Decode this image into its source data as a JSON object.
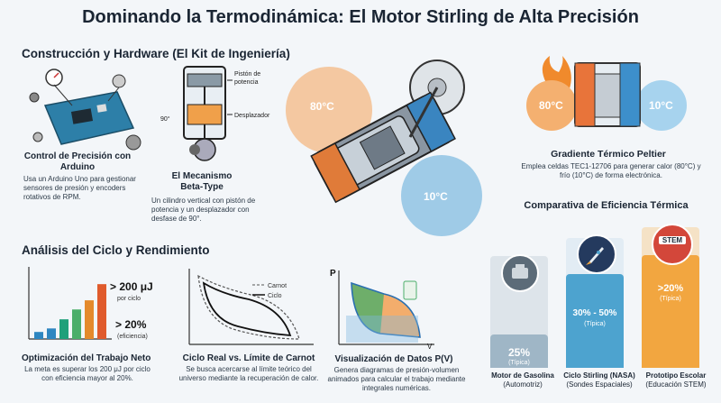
{
  "title": "Dominando la Termodinámica: El Motor Stirling de Alta Precisión",
  "hardware": {
    "heading": "Construcción y Hardware (El Kit de Ingeniería)",
    "arduino": {
      "caption": "Control de Precisión con Arduino",
      "desc": "Usa un Arduino Uno para gestionar sensores de presión y encoders rotativos de RPM."
    },
    "mechanism": {
      "caption": "El Mecanismo Beta-Type",
      "desc": "Un cilindro vertical con pistón de potencia y un desplazador con desfase de 90°.",
      "label_piston": "Pistón de potencia",
      "label_displacer": "Desplazador",
      "label_angle": "90°"
    }
  },
  "engine": {
    "hot_label": "80°C",
    "cold_label": "10°C"
  },
  "peltier": {
    "hot_label": "80°C",
    "cold_label": "10°C",
    "caption": "Gradiente Térmico Peltier",
    "desc": "Emplea celdas TEC1-12706 para generar calor (80°C) y frío (10°C) de forma electrónica."
  },
  "cycle": {
    "heading": "Análisis del Ciclo y Rendimiento",
    "work": {
      "value1": "> 200 μJ",
      "sub1": "por ciclo",
      "value2": "> 20%",
      "sub2": "(eficiencia)",
      "caption": "Optimización del Trabajo Neto",
      "desc": "La meta es superar los 200 μJ por ciclo con eficiencia mayor al 20%."
    },
    "carnot": {
      "legend_carnot": "Carnot",
      "legend_cycle": "Ciclo",
      "caption": "Ciclo Real vs. Límite de Carnot",
      "desc": "Se busca acercarse al límite teórico del universo mediante la recuperación de calor."
    },
    "pv": {
      "axis_p": "P",
      "axis_v": "V",
      "caption": "Visualización de Datos P(V)",
      "desc": "Genera diagramas de presión-volumen animados para calcular el trabajo mediante integrales numéricas."
    }
  },
  "comparison": {
    "heading": "Comparativa de Eficiencia Térmica",
    "bars": [
      {
        "value": "25%",
        "sub": "(Típica)",
        "caption": "Motor de Gasolina",
        "sub_caption": "(Automotriz)",
        "fraction": 0.25
      },
      {
        "value": "30% - 50%",
        "sub": "(Típica)",
        "caption": "Ciclo Stirling (NASA)",
        "sub_caption": "(Sondes Espaciales)",
        "fraction": 0.5
      },
      {
        "value": ">20%",
        "sub": "(Típica)",
        "caption": "Prototipo Escolar",
        "sub_caption": "(Educación STEM)",
        "fraction": 0.6
      }
    ],
    "stem_badge": "STEM",
    "colors": {
      "gasoline": "#9fb6c6",
      "stirling": "#4da3cf",
      "school": "#f2a640"
    }
  },
  "work_bars": [
    0.1,
    0.15,
    0.28,
    0.42,
    0.55,
    0.78
  ]
}
